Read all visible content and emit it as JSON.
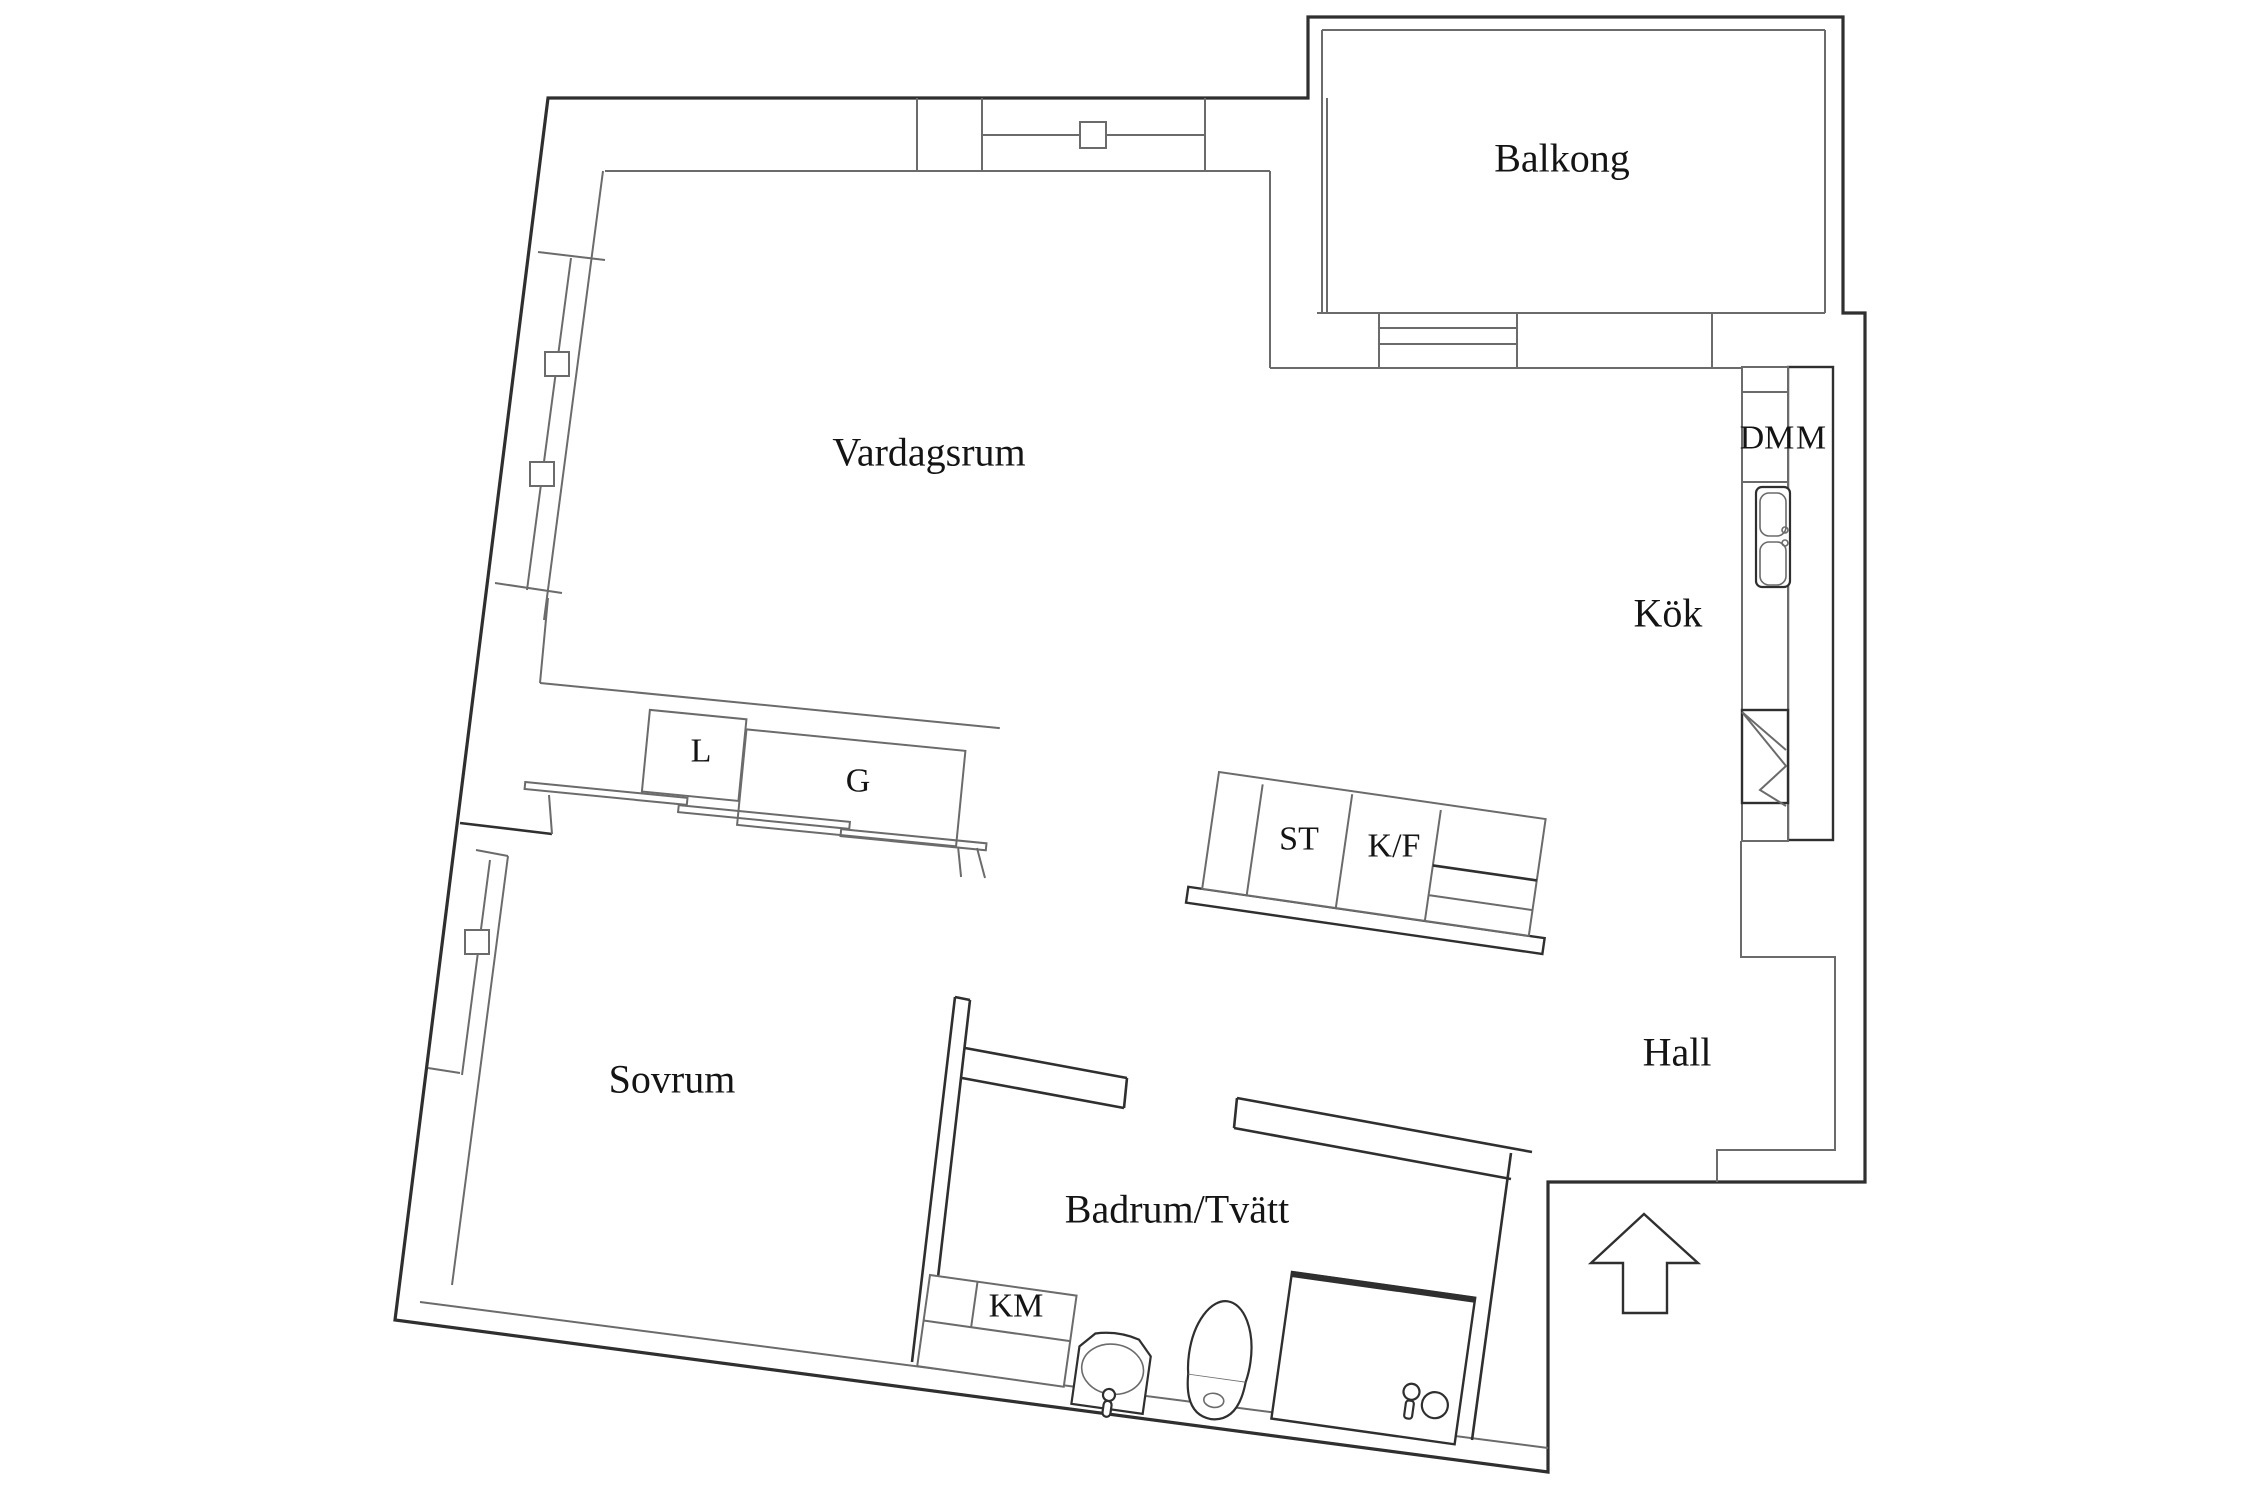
{
  "floorplan": {
    "rooms": {
      "balcony": "Balkong",
      "living_room": "Vardagsrum",
      "kitchen": "Kök",
      "hall": "Hall",
      "bedroom": "Sovrum",
      "bathroom": "Badrum/Tvätt"
    },
    "fixtures": {
      "dishwasher": "DM",
      "microwave": "M",
      "cleaning_closet": "ST",
      "fridge_freezer": "K/F",
      "linen_closet": "L",
      "wardrobe": "G",
      "washing_machine": "KM"
    },
    "symbols": {
      "entrance_arrow": "arrow-up",
      "window_marker": "square-on-wall-line",
      "balcony_door": "double-threshold-lines"
    },
    "colors": {
      "background": "#ffffff",
      "wall_dark": "#2f2f2f",
      "wall": "#6b6b6b",
      "text": "#141414"
    }
  }
}
